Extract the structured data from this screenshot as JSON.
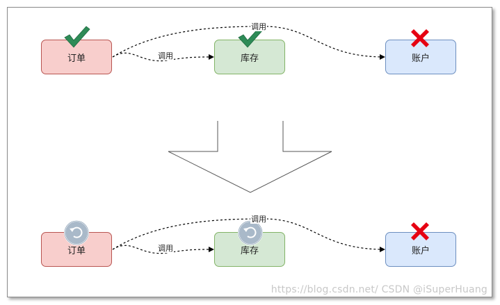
{
  "top_row": {
    "nodes": [
      {
        "label": "订单",
        "fill": "#f8cecc",
        "stroke": "#b85450",
        "status_icon": "check-icon"
      },
      {
        "label": "库存",
        "fill": "#d5e8d4",
        "stroke": "#82b366",
        "status_icon": "check-icon"
      },
      {
        "label": "账户",
        "fill": "#dae8fc",
        "stroke": "#6c8ebf",
        "status_icon": "cross-icon"
      }
    ],
    "edges": [
      {
        "label": "调用",
        "from": "订单",
        "to": "库存"
      },
      {
        "label": "调用",
        "from": "订单",
        "to": "账户"
      }
    ]
  },
  "bottom_row": {
    "nodes": [
      {
        "label": "订单",
        "fill": "#f8cecc",
        "stroke": "#b85450",
        "status_icon": "rollback-icon"
      },
      {
        "label": "库存",
        "fill": "#d5e8d4",
        "stroke": "#82b366",
        "status_icon": "rollback-icon"
      },
      {
        "label": "账户",
        "fill": "#dae8fc",
        "stroke": "#6c8ebf",
        "status_icon": "cross-icon"
      }
    ],
    "edges": [
      {
        "label": "调用",
        "from": "订单",
        "to": "库存"
      },
      {
        "label": "调用",
        "from": "订单",
        "to": "账户"
      }
    ]
  },
  "colors": {
    "check": "#2e8b57",
    "cross": "#e60012",
    "rollback": "#a9b9c9"
  },
  "watermark": "https://blog.csdn.net/    CSDN @iSuperHuang"
}
